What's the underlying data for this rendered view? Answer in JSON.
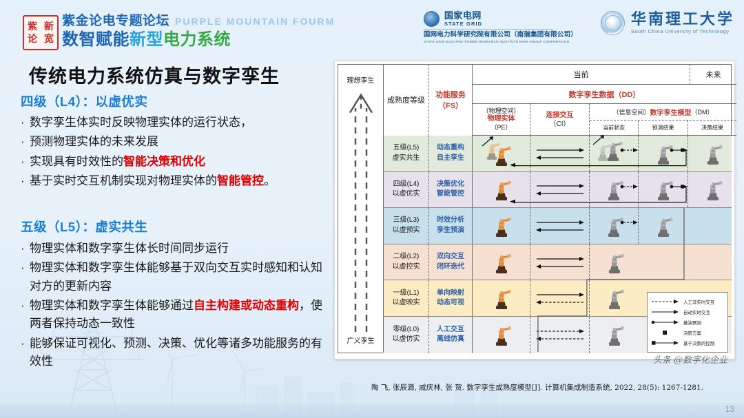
{
  "header": {
    "seal_chars": [
      "紫",
      "新",
      "论",
      "宽"
    ],
    "brand_line1_cn": "紫金论电专题论坛",
    "brand_line1_en": "PURPLE MOUNTAIN FOURM",
    "brand_line2_a": "数智赋能",
    "brand_line2_b": "新型",
    "brand_line2_c": "电力系统",
    "state_grid": {
      "name_cn": "国家电网",
      "name_en": "STATE GRID",
      "sub_cn": "国网电力科学研究院有限公司（南瑞集团有限公司）",
      "sub_en": "STATE GRID ELECTRIC POWER RESEARCH INSTITUTE  NARI GROUP CORPORATION"
    },
    "scut": {
      "name_cn": "华南理工大学",
      "name_en": "South China University of Technology"
    }
  },
  "slide": {
    "title": "传统电力系统仿真与数字孪生",
    "page_number": "13",
    "caption": "陶 飞, 张辰源, 戚庆林, 张 贺. 数字孪生成熟度模型[J]. 计算机集成制造系统, 2022, 28(5): 1267-1281.",
    "watermark": "头条 @数字化企业"
  },
  "sections": [
    {
      "heading": "四级（L4）：以虚优实",
      "bullets": [
        [
          {
            "t": "数字孪生体实时反映物理实体的运行状态，",
            "hl": false
          }
        ],
        [
          {
            "t": "预测物理实体的未来发展",
            "hl": false
          }
        ],
        [
          {
            "t": "实现具有时效性的",
            "hl": false
          },
          {
            "t": "智能决策和优化",
            "hl": true
          }
        ],
        [
          {
            "t": "基于实时交互机制实现对物理实体的",
            "hl": false
          },
          {
            "t": "智能管控",
            "hl": true
          },
          {
            "t": "。",
            "hl": false
          }
        ]
      ]
    },
    {
      "heading": "五级（L5）：虚实共生",
      "bullets": [
        [
          {
            "t": "物理实体和数字孪生体长时间同步运行",
            "hl": false
          }
        ],
        [
          {
            "t": "物理实体和数字孪生体能够基于双向交互实时感知和认知对方的更新内容",
            "hl": false
          }
        ],
        [
          {
            "t": "物理实体和数字孪生体能够通过",
            "hl": false
          },
          {
            "t": "自主构建或动态重构",
            "hl": true
          },
          {
            "t": "，使两者保持动态一致性",
            "hl": false
          }
        ],
        [
          {
            "t": "能够保证可视化、预测、决策、优化等诸多功能服务的有效性",
            "hl": false
          }
        ]
      ]
    }
  ],
  "figure": {
    "axis": {
      "top_label": "理想孪生",
      "bottom_label": "广义孪生"
    },
    "headers": {
      "maturity": "成熟度等级",
      "fs_line1": "功能服务",
      "fs_line2": "（FS）",
      "current": "当前",
      "future": "未来",
      "dd": "数字孪生数据（DD）",
      "dd_black": "数字孪生数据",
      "dd_paren": "（DD）",
      "pe_line1": "（物理空间）",
      "pe_line2": "物理实体",
      "pe_line3": "（PE）",
      "ci_line1": "连接交互",
      "ci_line2": "（CI）",
      "dm_prefix": "（信息空间）",
      "dm_red": "数字孪生模型",
      "dm_suffix": "（DM）",
      "dm_sub": [
        "当前状态",
        "预测结果",
        "决策结果"
      ]
    },
    "rows": [
      {
        "level_line1": "五级(L5)",
        "level_line2": "虚实共生",
        "fs_line1": "动态重构",
        "fs_line2": "自主孪生",
        "color": "#e2ebdb",
        "dm_cells": 3,
        "has_feedback": true,
        "arrow_ci": "double-solid",
        "pe_extra": "rebuild"
      },
      {
        "level_line1": "四级(L4)",
        "level_line2": "以虚优实",
        "fs_line1": "决策优化",
        "fs_line2": "智能管控",
        "color": "#e6e1ea",
        "dm_cells": 3,
        "has_feedback": true,
        "arrow_ci": "double-solid",
        "pe_extra": "none"
      },
      {
        "level_line1": "三级(L3)",
        "level_line2": "以虚预实",
        "fs_line1": "时效分析",
        "fs_line2": "孪生预演",
        "color": "#c7e0ec",
        "dm_cells": 2,
        "has_feedback": false,
        "arrow_ci": "double-solid",
        "pe_extra": "none"
      },
      {
        "level_line1": "二级(L2)",
        "level_line2": "以虚控实",
        "fs_line1": "双向交互",
        "fs_line2": "闭环迭代",
        "color": "#f6e0d2",
        "dm_cells": 1,
        "has_feedback": false,
        "arrow_ci": "double-solid",
        "pe_extra": "none"
      },
      {
        "level_line1": "一级(L1)",
        "level_line2": "以虚映实",
        "fs_line1": "单向映射",
        "fs_line2": "动态可视",
        "color": "#fcecc4",
        "dm_cells": 1,
        "has_feedback": false,
        "arrow_ci": "solid-dashed",
        "pe_extra": "none"
      },
      {
        "level_line1": "零级(L0)",
        "level_line2": "以虚仿实",
        "fs_line1": "人工交互",
        "fs_line2": "离线仿真",
        "color": "#eceef0",
        "dm_cells": 1,
        "has_feedback": false,
        "arrow_ci": "dashed-dashed",
        "pe_extra": "none"
      }
    ],
    "legend": [
      {
        "style": "dashed-arrow",
        "label": "人工非实时交互"
      },
      {
        "style": "solid-arrow",
        "label": "自动实时交互"
      },
      {
        "style": "dot-solid-arrow",
        "label": "推演预测"
      },
      {
        "style": "square",
        "label": "决策方案"
      },
      {
        "style": "square-solid-arrow",
        "label": "基于决策的控制"
      }
    ]
  }
}
